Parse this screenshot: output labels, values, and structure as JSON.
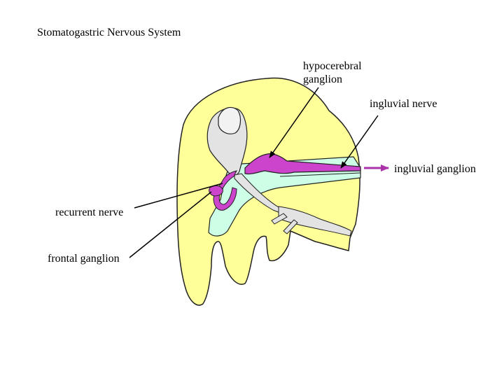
{
  "title": "Stomatogastric Nervous System",
  "labels": {
    "hypocerebral_ganglion": [
      "hypocerebral",
      "ganglion"
    ],
    "ingluvial_nerve": "ingluvial nerve",
    "ingluvial_ganglion": "ingluvial ganglion",
    "recurrent_nerve": "recurrent nerve",
    "frontal_ganglion": "frontal ganglion"
  },
  "colors": {
    "head": "#FFFF99",
    "foregut": "#CCFFE6",
    "nerve_tissue": "#E3E3E3",
    "ganglion": "#CC44CC",
    "outline": "#222222",
    "pointer": "#000000",
    "arrow": "#AA33AA"
  }
}
